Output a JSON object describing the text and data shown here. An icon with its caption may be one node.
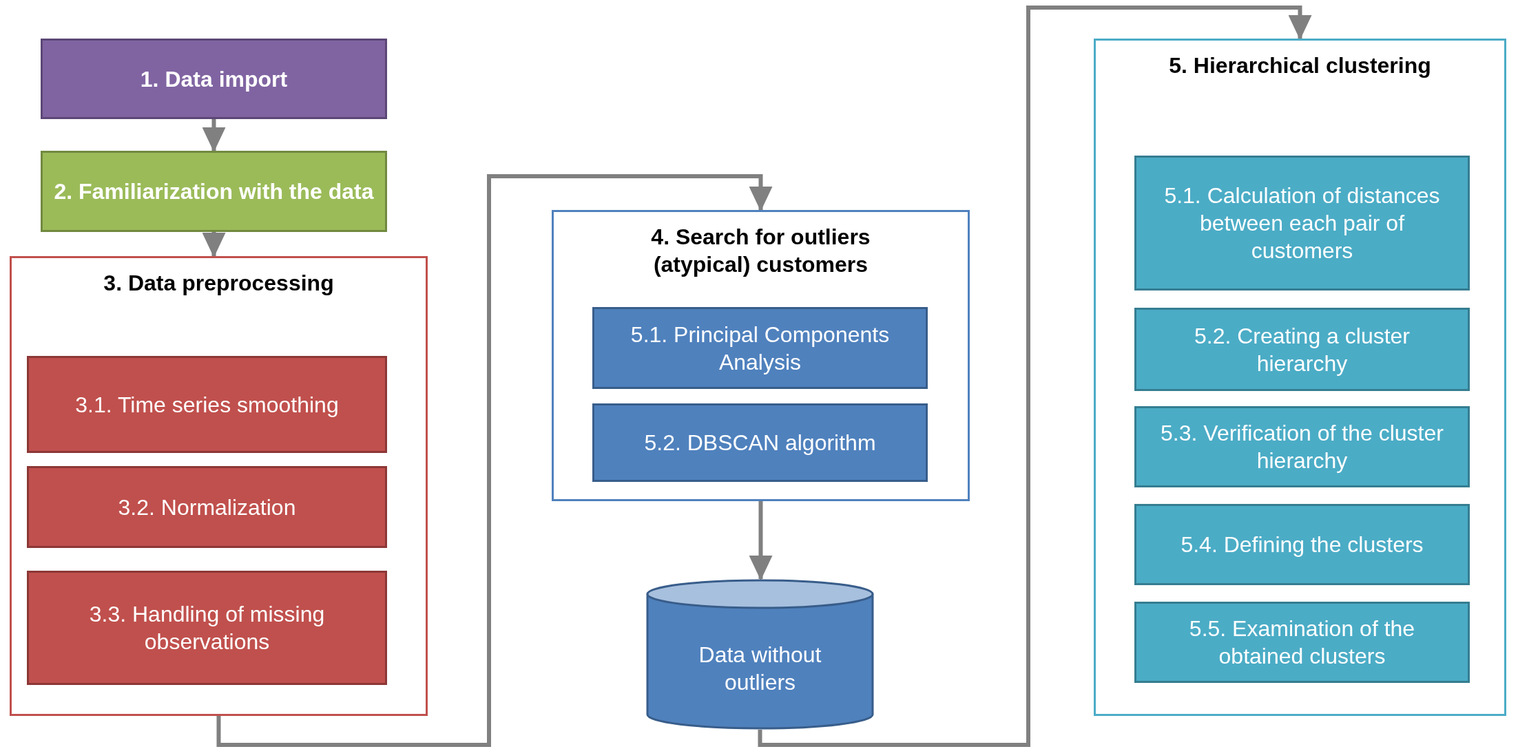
{
  "diagram": {
    "nodes": [
      {
        "text": [
          "1. Data import"
        ]
      },
      {
        "text": [
          "2. Familiarization with the data"
        ]
      },
      {
        "text": [
          "3. Data preprocessing"
        ]
      },
      {
        "text": [
          "3.1. Time series smoothing"
        ],
        "in": 2
      },
      {
        "text": [
          "3.2. Normalization"
        ],
        "in": 2
      },
      {
        "text": [
          "3.3. Handling of missing observations"
        ],
        "in": 2
      },
      {
        "text": [
          "4. Search for outliers (atypical) customers"
        ]
      },
      {
        "text": [
          "5.1. Principal Components Analysis"
        ],
        "in": 6
      },
      {
        "text": [
          "5.2. DBSCAN algorithm"
        ],
        "in": 6
      },
      {
        "text": [
          "Data without outliers"
        ]
      },
      {
        "text": [
          "5. Hierarchical clustering"
        ]
      },
      {
        "text": [
          "5.1. Calculation of distances between each pair of customers"
        ],
        "in": 10
      },
      {
        "text": [
          "5.2. Creating a cluster hierarchy"
        ],
        "in": 10
      },
      {
        "text": [
          "5.3. Verification of the cluster hierarchy"
        ],
        "in": 10
      },
      {
        "text": [
          "5.4. Defining the clusters"
        ],
        "in": 10
      },
      {
        "text": [
          "5.5. Examination of the obtained clusters"
        ],
        "in": 10
      }
    ],
    "edges": [
      {
        "from": 0,
        "to": 1,
        "arrow": "to"
      },
      {
        "from": 1,
        "to": 2,
        "arrow": "to"
      },
      {
        "from": 2,
        "to": 6,
        "arrow": "to"
      },
      {
        "from": 6,
        "to": 9,
        "arrow": "to"
      },
      {
        "from": 9,
        "to": 10,
        "arrow": "to"
      }
    ]
  }
}
